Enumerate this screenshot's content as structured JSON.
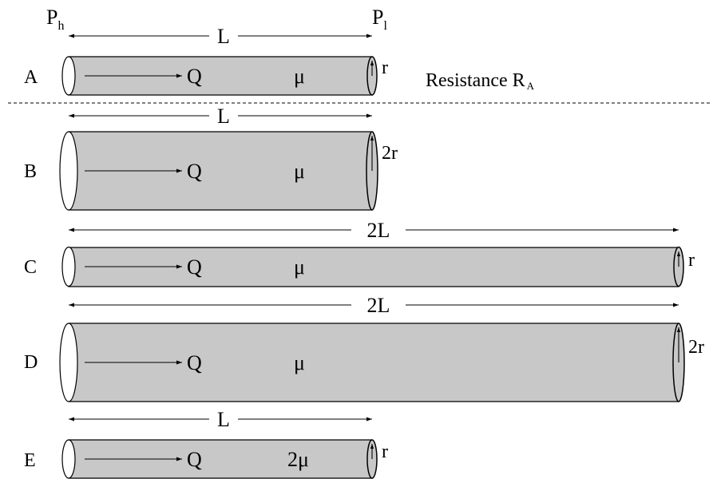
{
  "pressure_high": {
    "base": "P",
    "sub": "h"
  },
  "pressure_low": {
    "base": "P",
    "sub": "l"
  },
  "resistance_note": {
    "text": "Resistance R",
    "sub": "A"
  },
  "tubes": [
    {
      "id": "A",
      "label": "A",
      "length_label": "L",
      "flow_label": "Q",
      "viscosity_label": "μ",
      "radius_label": "r"
    },
    {
      "id": "B",
      "label": "B",
      "length_label": "L",
      "flow_label": "Q",
      "viscosity_label": "μ",
      "radius_label": "2r"
    },
    {
      "id": "C",
      "label": "C",
      "length_label": "2L",
      "flow_label": "Q",
      "viscosity_label": "μ",
      "radius_label": "r"
    },
    {
      "id": "D",
      "label": "D",
      "length_label": "2L",
      "flow_label": "Q",
      "viscosity_label": "μ",
      "radius_label": "2r"
    },
    {
      "id": "E",
      "label": "E",
      "length_label": "L",
      "flow_label": "Q",
      "viscosity_label": "2μ",
      "radius_label": "r"
    }
  ],
  "colors": {
    "tube_fill": "#c8c8c8",
    "stroke": "#000000",
    "background": "#ffffff"
  }
}
